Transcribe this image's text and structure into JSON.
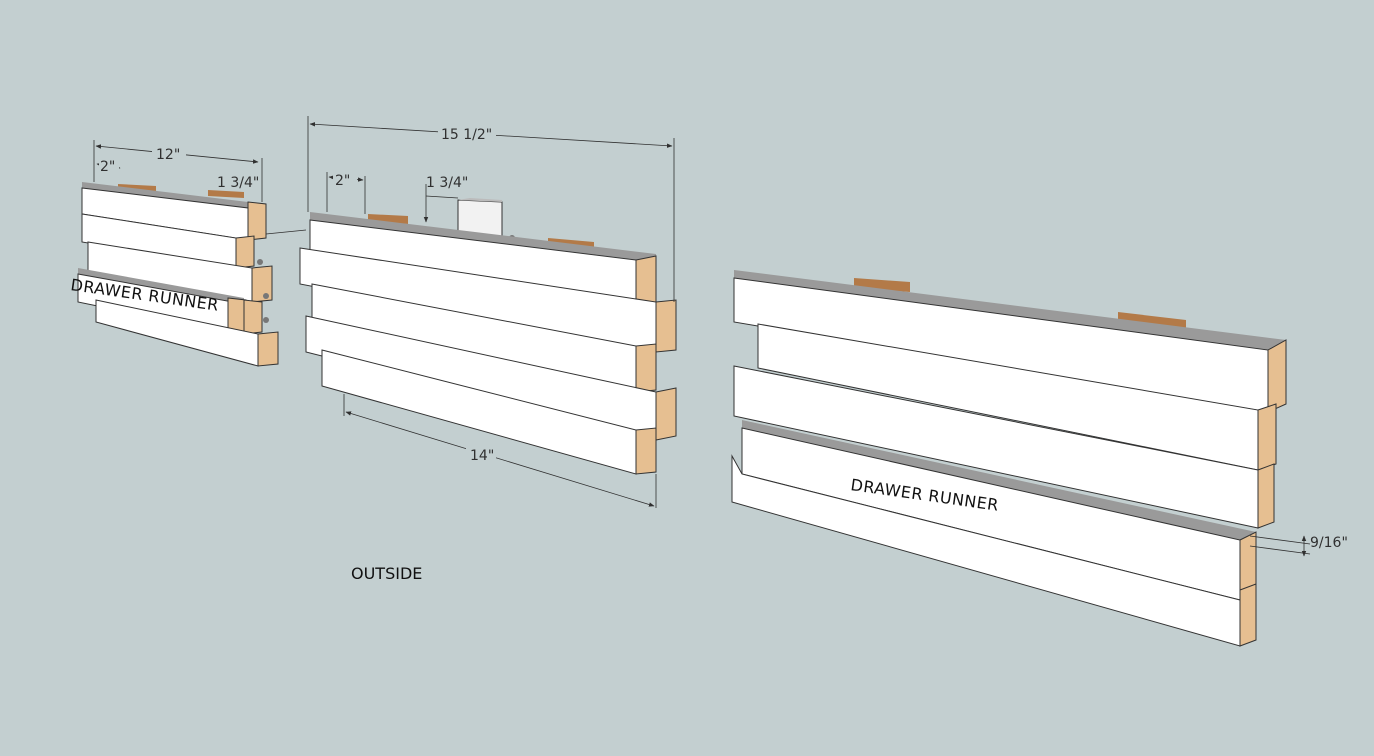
{
  "dimensions": {
    "left_width": "12\"",
    "left_inset": "2\"",
    "left_end": "1 3/4\"",
    "center_width": "15 1/2\"",
    "center_inset": "2\"",
    "center_post": "1 3/4\"",
    "center_bottom": "14\"",
    "right_thickness": "9/16\""
  },
  "labels": {
    "runner_left": "DRAWER RUNNER",
    "runner_right": "DRAWER RUNNER",
    "outside": "OUTSIDE"
  },
  "colors": {
    "background": "#c3cfd0",
    "board_face": "#ffffff",
    "board_top": "#9a9a9a",
    "board_end": "#e6bf91",
    "cleat": "#b37a48"
  }
}
